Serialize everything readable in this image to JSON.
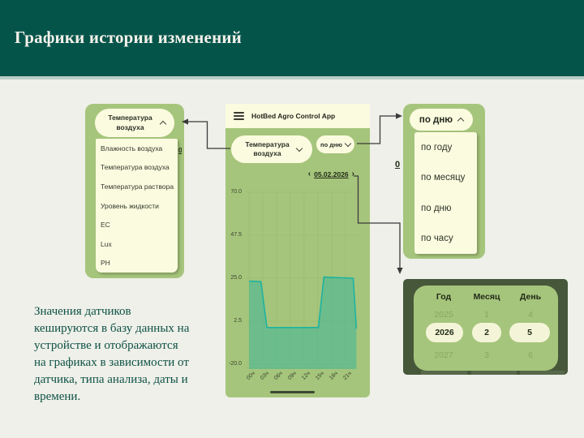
{
  "slide": {
    "title": "Графики истории изменений",
    "description_lines": [
      "Значения датчиков",
      "кешируются в базу данных на",
      "устройстве и отображаются",
      "на графиках в зависимости от",
      "датчика, типа анализа, даты и",
      "времени."
    ]
  },
  "sensor_dropdown": {
    "selected": "Температура воздуха",
    "items": [
      "Влажность воздуха",
      "Температура воздуха",
      "Температура раствора",
      "Уровень жидкости",
      "EC",
      "Lux",
      "PH"
    ]
  },
  "app": {
    "title": "HotBed Agro Control App",
    "sensor_select": "Температура воздуха",
    "mode_select": "по дню",
    "date_prev": "‹",
    "date": "05.02.2026",
    "date_next": "›"
  },
  "mode_dropdown": {
    "selected": "по дню",
    "items": [
      "по году",
      "по месяцу",
      "по дню",
      "по часу"
    ]
  },
  "date_picker": {
    "columns": [
      "Год",
      "Месяц",
      "День"
    ],
    "rows": [
      [
        "2025",
        "1",
        "4"
      ],
      [
        "2026",
        "2",
        "5"
      ],
      [
        "2027",
        "3",
        "6"
      ]
    ],
    "selected_row_index": 1
  },
  "chart_data": {
    "type": "area",
    "title": "",
    "x_unit": "hours",
    "points": [
      [
        0,
        23.5
      ],
      [
        2.6,
        23.2
      ],
      [
        3.9,
        -0.8
      ],
      [
        15.1,
        -0.8
      ],
      [
        16.3,
        25.6
      ],
      [
        22.7,
        25.0
      ],
      [
        23.4,
        -1.5
      ]
    ],
    "x_ticks": [
      "00ч",
      "03ч",
      "06ч",
      "09ч",
      "12ч",
      "15ч",
      "18ч",
      "21ч"
    ],
    "x_tick_hours": [
      0,
      3,
      6,
      9,
      12,
      15,
      18,
      21
    ],
    "y_ticks": [
      "70.0",
      "47.5",
      "25.0",
      "2.5",
      "-20.0"
    ],
    "y_tick_values": [
      70,
      47.5,
      25,
      2.5,
      -20
    ],
    "xlim": [
      0,
      24
    ],
    "ylim": [
      -20,
      70
    ],
    "grid": true,
    "line_color": "#1db3a0",
    "fill_color": "rgba(29,179,160,0.42)"
  },
  "colors": {
    "header_bg": "#04544a",
    "panel_green": "#a6c57c",
    "cream": "#fbfbe0",
    "picker_frame": "#46573a",
    "chart_line": "#1db3a0",
    "grid_line": "#9abb71",
    "description_text": "#0f5146",
    "faded_value": "#8aa55e",
    "arrow": "#3a3a3a"
  }
}
